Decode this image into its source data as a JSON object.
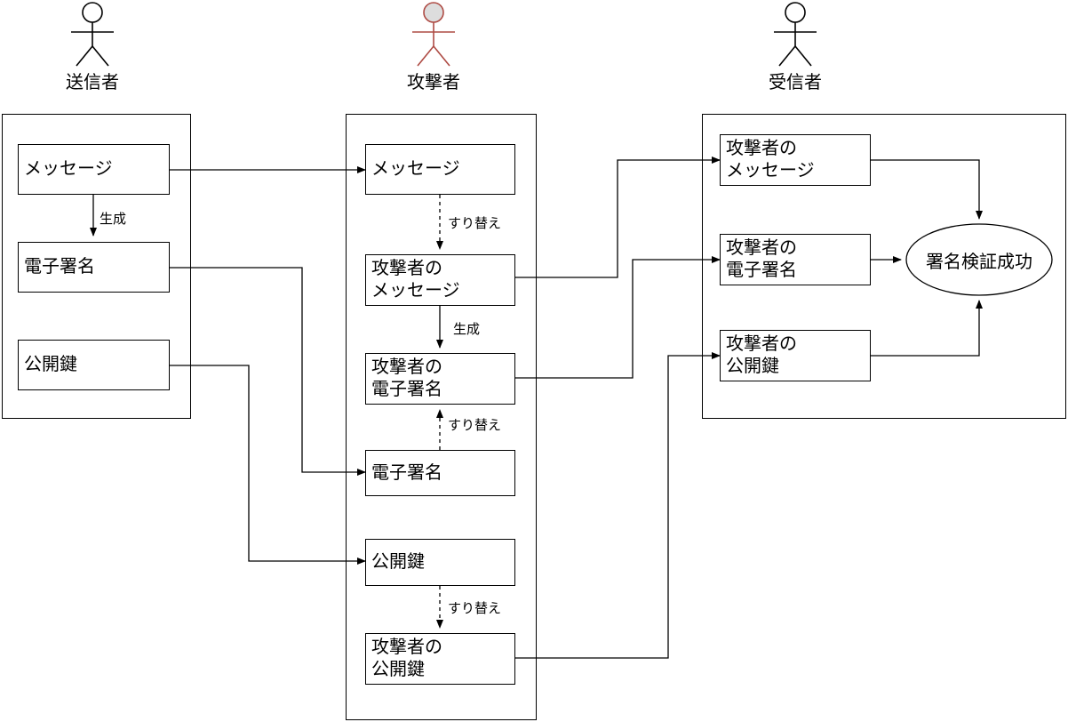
{
  "diagram": {
    "title": "digital-signature-substitution-attack",
    "colors": {
      "line": "#000000",
      "attacker_accent": "#AE4B44",
      "attacker_head_fill": "#DDDDDD",
      "background": "#FFFFFF"
    },
    "actors": [
      {
        "id": "sender",
        "label": "送信者",
        "icon": "stick-figure-icon",
        "color": "#000000"
      },
      {
        "id": "attacker",
        "label": "攻撃者",
        "icon": "stick-figure-icon",
        "color": "#AE4B44"
      },
      {
        "id": "receiver",
        "label": "受信者",
        "icon": "stick-figure-icon",
        "color": "#000000"
      }
    ],
    "sender": {
      "nodes": [
        {
          "id": "s-message",
          "label": "メッセージ"
        },
        {
          "id": "s-signature",
          "label": "電子署名"
        },
        {
          "id": "s-pubkey",
          "label": "公開鍵"
        }
      ],
      "edges": [
        {
          "from": "s-message",
          "to": "s-signature",
          "label": "生成",
          "style": "solid"
        }
      ]
    },
    "attacker": {
      "nodes": [
        {
          "id": "a-message",
          "label": "メッセージ"
        },
        {
          "id": "a-fake-message",
          "label": "攻撃者の\nメッセージ"
        },
        {
          "id": "a-fake-sign",
          "label": "攻撃者の\n電子署名"
        },
        {
          "id": "a-signature",
          "label": "電子署名"
        },
        {
          "id": "a-pubkey",
          "label": "公開鍵"
        },
        {
          "id": "a-fake-pubkey",
          "label": "攻撃者の\n公開鍵"
        }
      ],
      "edges": [
        {
          "from": "a-message",
          "to": "a-fake-message",
          "label": "すり替え",
          "style": "dashed"
        },
        {
          "from": "a-fake-message",
          "to": "a-fake-sign",
          "label": "生成",
          "style": "solid"
        },
        {
          "from": "a-signature",
          "to": "a-fake-sign",
          "label": "すり替え",
          "style": "dashed"
        },
        {
          "from": "a-pubkey",
          "to": "a-fake-pubkey",
          "label": "すり替え",
          "style": "dashed"
        }
      ]
    },
    "receiver": {
      "nodes": [
        {
          "id": "r-message",
          "label": "攻撃者の\nメッセージ"
        },
        {
          "id": "r-sign",
          "label": "攻撃者の\n電子署名"
        },
        {
          "id": "r-pubkey",
          "label": "攻撃者の\n公開鍵"
        }
      ],
      "result": {
        "id": "r-result",
        "label": "署名検証成功",
        "shape": "ellipse"
      },
      "edges": [
        {
          "from": "r-message",
          "to": "r-result",
          "style": "solid"
        },
        {
          "from": "r-sign",
          "to": "r-result",
          "style": "solid"
        },
        {
          "from": "r-pubkey",
          "to": "r-result",
          "style": "solid"
        }
      ]
    },
    "cross_edges": [
      {
        "from": "s-message",
        "to": "a-message",
        "style": "solid"
      },
      {
        "from": "s-signature",
        "to": "a-signature",
        "style": "solid"
      },
      {
        "from": "s-pubkey",
        "to": "a-pubkey",
        "style": "solid"
      },
      {
        "from": "a-fake-message",
        "to": "r-message",
        "style": "solid"
      },
      {
        "from": "a-fake-sign",
        "to": "r-sign",
        "style": "solid"
      },
      {
        "from": "a-fake-pubkey",
        "to": "r-pubkey",
        "style": "solid"
      }
    ]
  }
}
